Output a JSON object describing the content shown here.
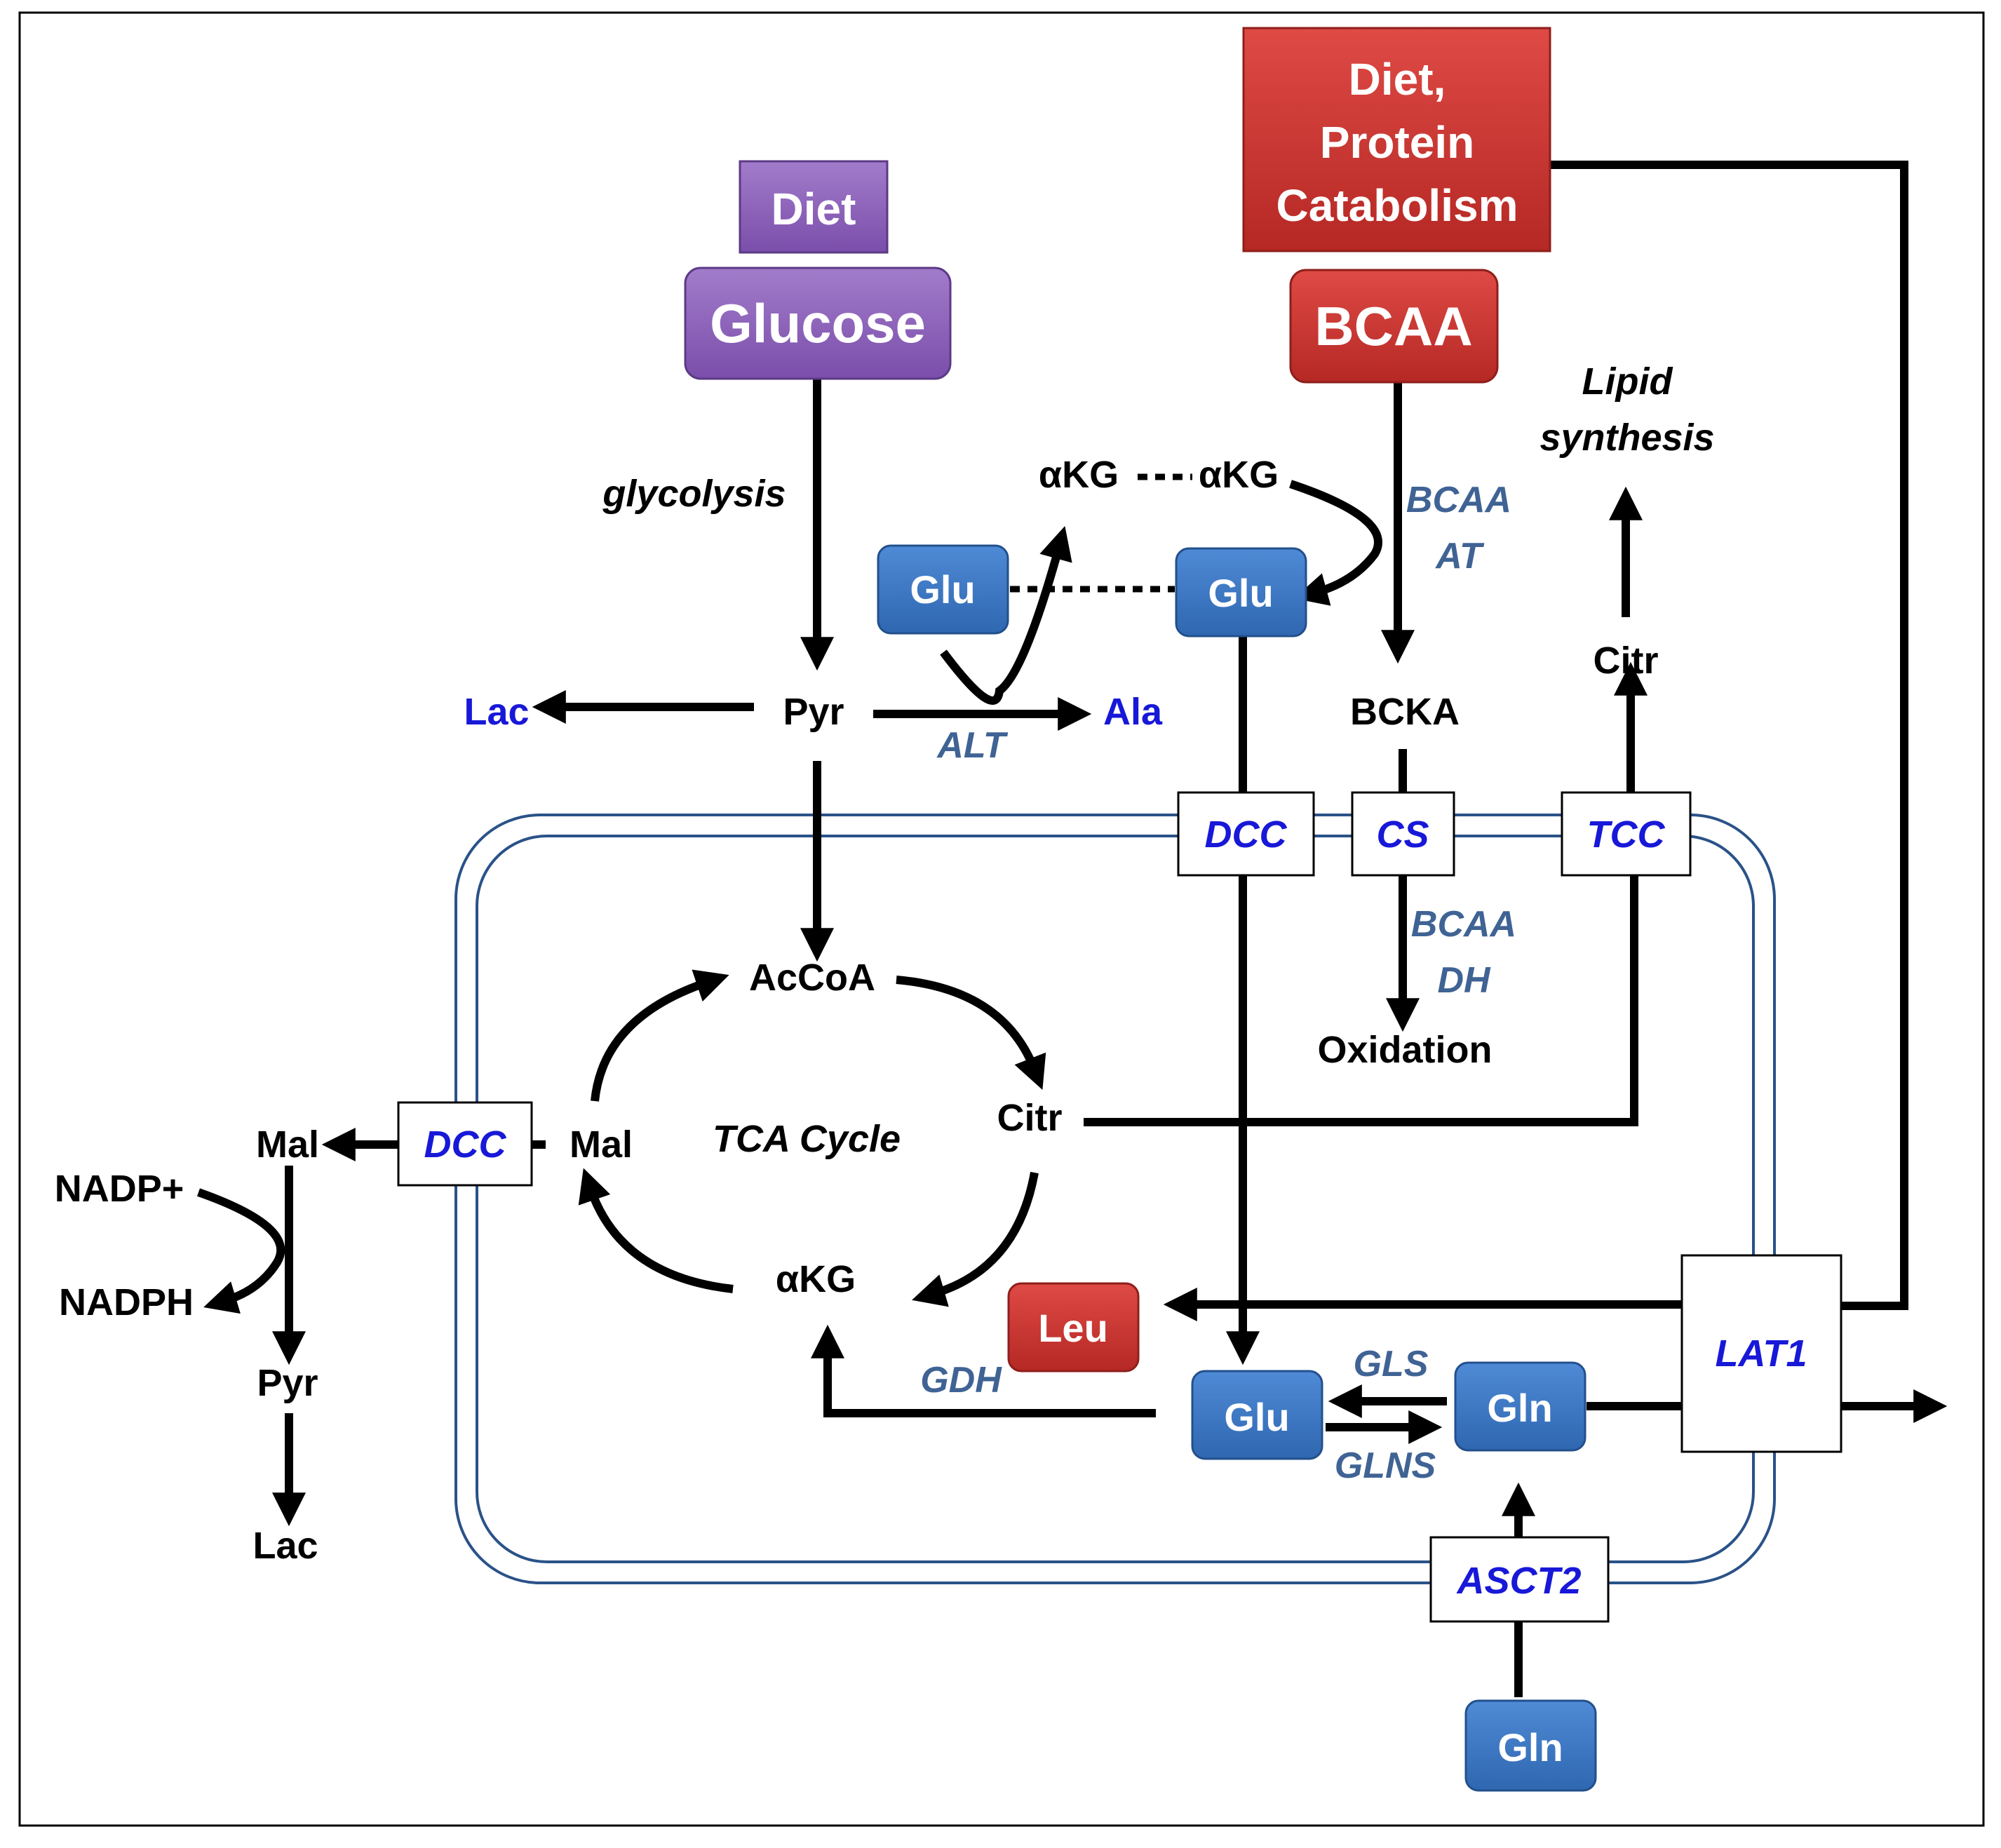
{
  "colors": {
    "purple": "#8a5fb8",
    "red": "#c9302c",
    "blue": "#3a75c0",
    "enzyme": "#3f6394",
    "transporter": "#1818d8",
    "membrane": "#2a5288"
  },
  "nodes": {
    "diet_glucose_source": "Diet",
    "glucose": "Glucose",
    "diet_protein_line1": "Diet,",
    "diet_protein_line2": "Protein",
    "diet_protein_line3": "Catabolism",
    "bcaa": "BCAA",
    "glu_left": "Glu",
    "glu_right": "Glu",
    "akg_left": "αKG",
    "akg_right": "αKG",
    "pyr": "Pyr",
    "lac": "Lac",
    "ala": "Ala",
    "bcka": "BCKA",
    "citr_top": "Citr",
    "lipid_line1": "Lipid",
    "lipid_line2": "synthesis",
    "accoa": "AcCoA",
    "citr_mito": "Citr",
    "akg_mito": "αKG",
    "mal_mito": "Mal",
    "tca_cycle": "TCA Cycle",
    "oxidation": "Oxidation",
    "mal_cyto": "Mal",
    "nadp": "NADP+",
    "nadph": "NADPH",
    "pyr_cyto": "Pyr",
    "lac_cyto": "Lac",
    "leu": "Leu",
    "glu_mito": "Glu",
    "gln_mito": "Gln",
    "gln_outside": "Gln"
  },
  "processes": {
    "glycolysis": "glycolysis",
    "alt": "ALT",
    "bcaa_at_line1": "BCAA",
    "bcaa_at_line2": "AT",
    "bcaa_dh_line1": "BCAA",
    "bcaa_dh_line2": "DH",
    "gdh": "GDH",
    "gls": "GLS",
    "glns": "GLNS"
  },
  "transporters": {
    "dcc_top": "DCC",
    "cs": "CS",
    "tcc": "TCC",
    "dcc_left": "DCC",
    "lat1": "LAT1",
    "asct2": "ASCT2"
  }
}
